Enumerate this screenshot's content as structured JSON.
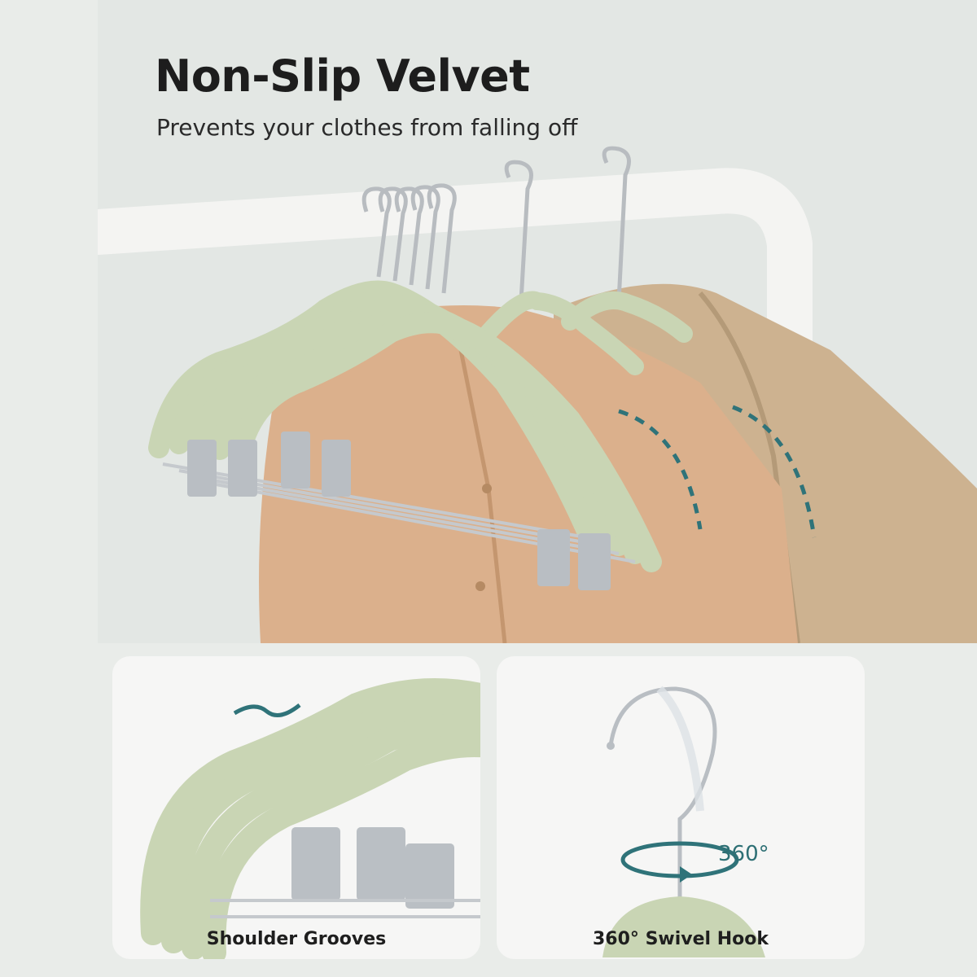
{
  "hero": {
    "title": "Non-Slip Velvet",
    "subtitle": "Prevents your clothes from falling off"
  },
  "features": [
    {
      "caption": "Shoulder Grooves",
      "icon": "wave-groove-icon"
    },
    {
      "caption": "360° Swivel Hook",
      "icon": "rotate-360-icon",
      "rotation_label": "360°"
    }
  ],
  "colors": {
    "velvet_green": "#c9d5b4",
    "accent_teal": "#2f7379",
    "shirt_tan": "#d9b08c",
    "rail_white": "#f4f4f2"
  }
}
